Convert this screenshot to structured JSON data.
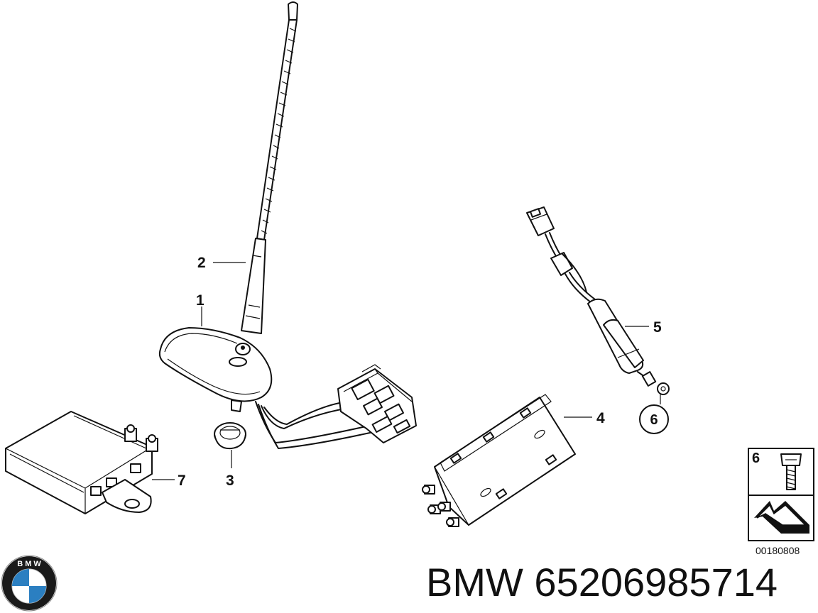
{
  "callouts": {
    "c1": "1",
    "c2": "2",
    "c3": "3",
    "c4": "4",
    "c5": "5",
    "c6": "6",
    "c7": "7"
  },
  "inset": {
    "label": "6",
    "code": "00180808"
  },
  "footer": {
    "brand_part": "BMW 65206985714"
  },
  "icons": {
    "logo": "bmw-roundel-logo"
  },
  "colors": {
    "roundel_blue": "#2b7fc1",
    "roundel_black": "#111111"
  }
}
